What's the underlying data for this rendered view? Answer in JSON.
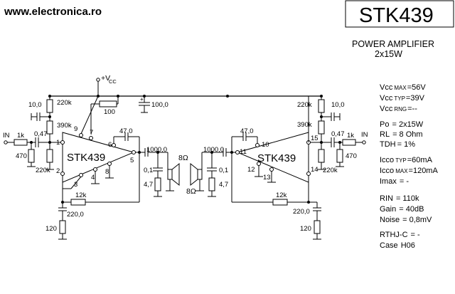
{
  "header": {
    "website": "www.electronica.ro",
    "part_number": "STK439",
    "subtitle_line1": "POWER AMPLIFIER",
    "subtitle_line2": "2x15W"
  },
  "ic": {
    "label": "STK439"
  },
  "labels": {
    "vcc_plus": "+V",
    "vcc_sub": "CC",
    "in": "IN",
    "r_in_left": "1k",
    "c_in_left": "0,47",
    "r_470_left": "470",
    "r_220k_top_left": "220k",
    "r_390k_left": "390k",
    "r_220k_bottom_left": "220k",
    "c_10_left": "10,0",
    "r_100": "100",
    "c_100": "100,0",
    "c_47_left": "47,0",
    "c_1000_left": "1000,0",
    "c_01_left": "0,1",
    "r_47_left": "4,7",
    "spk_left": "8Ω",
    "r_12k_left": "12k",
    "c_220_left": "220,0",
    "r_120_left": "120",
    "c_10_right": "10,0",
    "r_220k_top_right": "220k",
    "r_390k_right": "390k",
    "c_47_right": "47,0",
    "c_047_right": "0,47",
    "r_1k_right": "1k",
    "in_right": "IN",
    "r_470_right": "470",
    "r_220k_bottom_right": "220k",
    "c_1000_right": "1000,0",
    "c_01_right": "0,1",
    "r_47_right": "4,7",
    "spk_right": "8Ω",
    "r_12k_right": "12k",
    "c_220_right": "220,0",
    "r_120_right": "120"
  },
  "pins": [
    "1",
    "2",
    "3",
    "4",
    "5",
    "6",
    "7",
    "8",
    "9",
    "10",
    "11",
    "12",
    "13",
    "14",
    "15"
  ],
  "specs": [
    {
      "name": "Vcc",
      "sub": "MAX",
      "value": "=56V"
    },
    {
      "name": "Vcc",
      "sub": "TYP",
      "value": "=39V"
    },
    {
      "name": "Vcc",
      "sub": "RNG",
      "value": "=--"
    },
    {
      "name": "Po",
      "sub": "",
      "value": "= 2x15W"
    },
    {
      "name": "RL",
      "sub": "",
      "value": "= 8 Ohm"
    },
    {
      "name": "TDH",
      "sub": "",
      "value": "= 1%"
    },
    {
      "name": "Icco",
      "sub": "TYP",
      "value": "=60mA"
    },
    {
      "name": "Icco",
      "sub": "MAX",
      "value": "=120mA"
    },
    {
      "name": "Imax",
      "sub": "",
      "value": "= -"
    },
    {
      "name": "RIN",
      "sub": "",
      "value": "= 110k"
    },
    {
      "name": "Gain",
      "sub": "",
      "value": "= 40dB"
    },
    {
      "name": "Noise",
      "sub": "",
      "value": "= 0,8mV"
    },
    {
      "name": "RTHJ-C",
      "sub": "",
      "value": "= -"
    },
    {
      "name": "Case",
      "sub": "",
      "value": "H06"
    }
  ]
}
